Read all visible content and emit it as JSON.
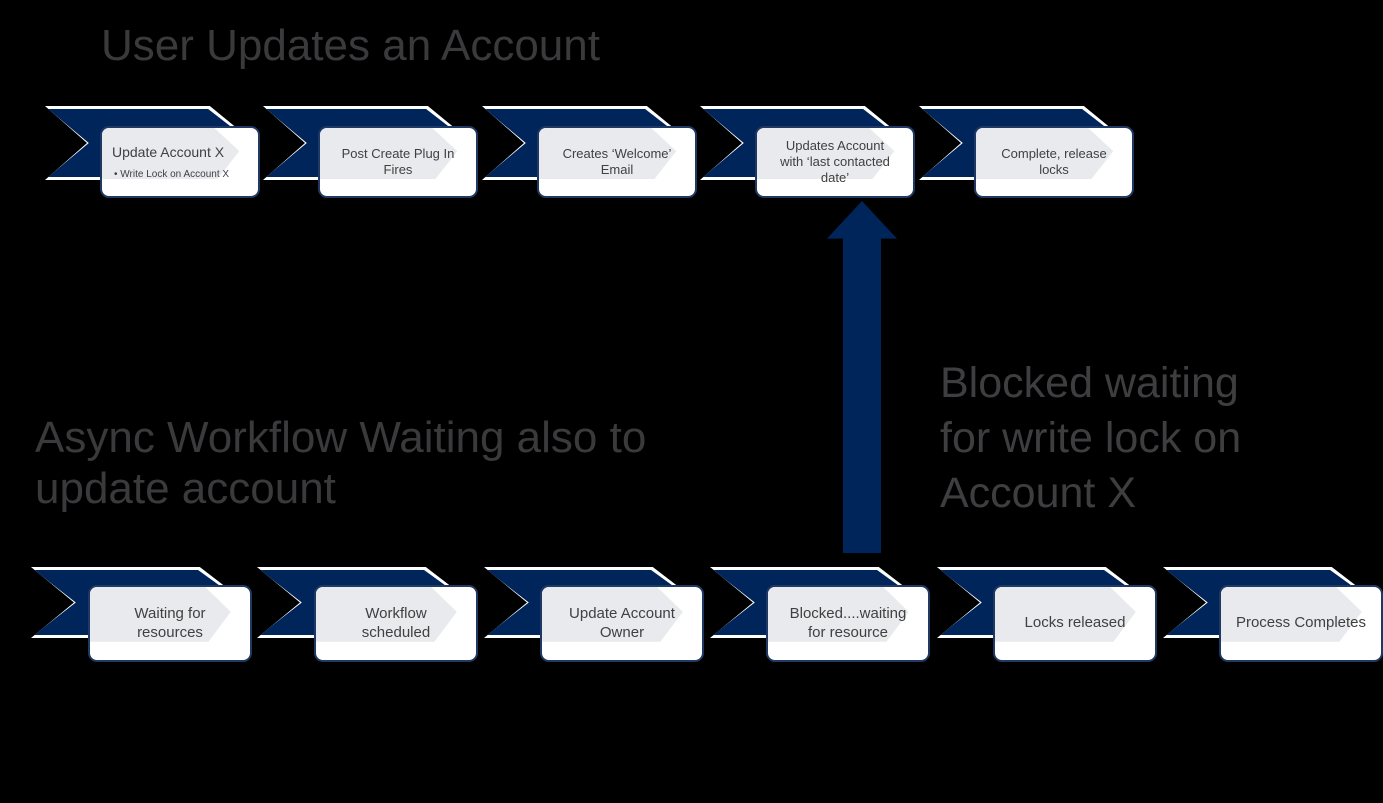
{
  "colors": {
    "background": "#000000",
    "chevron_navy": "#00255A",
    "card_border": "#1F3864",
    "card_fill": "#FFFFFF",
    "card_watermark_gray": "#E8EAED",
    "card_text": "#404040",
    "heading_text": "#3A3A3C"
  },
  "icons": {
    "chevron_banner": "right-pointing chevron ribbon (navy, white outline)",
    "card_watermark": "right-pointing light gray arrow inside card",
    "blocked_arrow": "large navy arrow pointing up"
  },
  "top_flow": {
    "title": "User Updates an Account",
    "steps": [
      {
        "label": "Update Account X",
        "bullet": "Write  Lock on Account X"
      },
      {
        "label": "Post Create Plug In\nFires"
      },
      {
        "label": "Creates ‘Welcome’\nEmail"
      },
      {
        "label": "Updates Account\nwith ‘last contacted\ndate’"
      },
      {
        "label": "Complete, release\nlocks"
      }
    ]
  },
  "bottom_flow": {
    "title": "Async Workflow Waiting also to\nupdate account",
    "steps": [
      {
        "label": "Waiting for\nresources"
      },
      {
        "label": "Workflow\nscheduled"
      },
      {
        "label": "Update Account\nOwner"
      },
      {
        "label": "Blocked....waiting\nfor resource"
      },
      {
        "label": "Locks released"
      },
      {
        "label": "Process Completes"
      }
    ]
  },
  "annotation": {
    "text": "Blocked waiting\nfor write lock on\nAccount X"
  }
}
